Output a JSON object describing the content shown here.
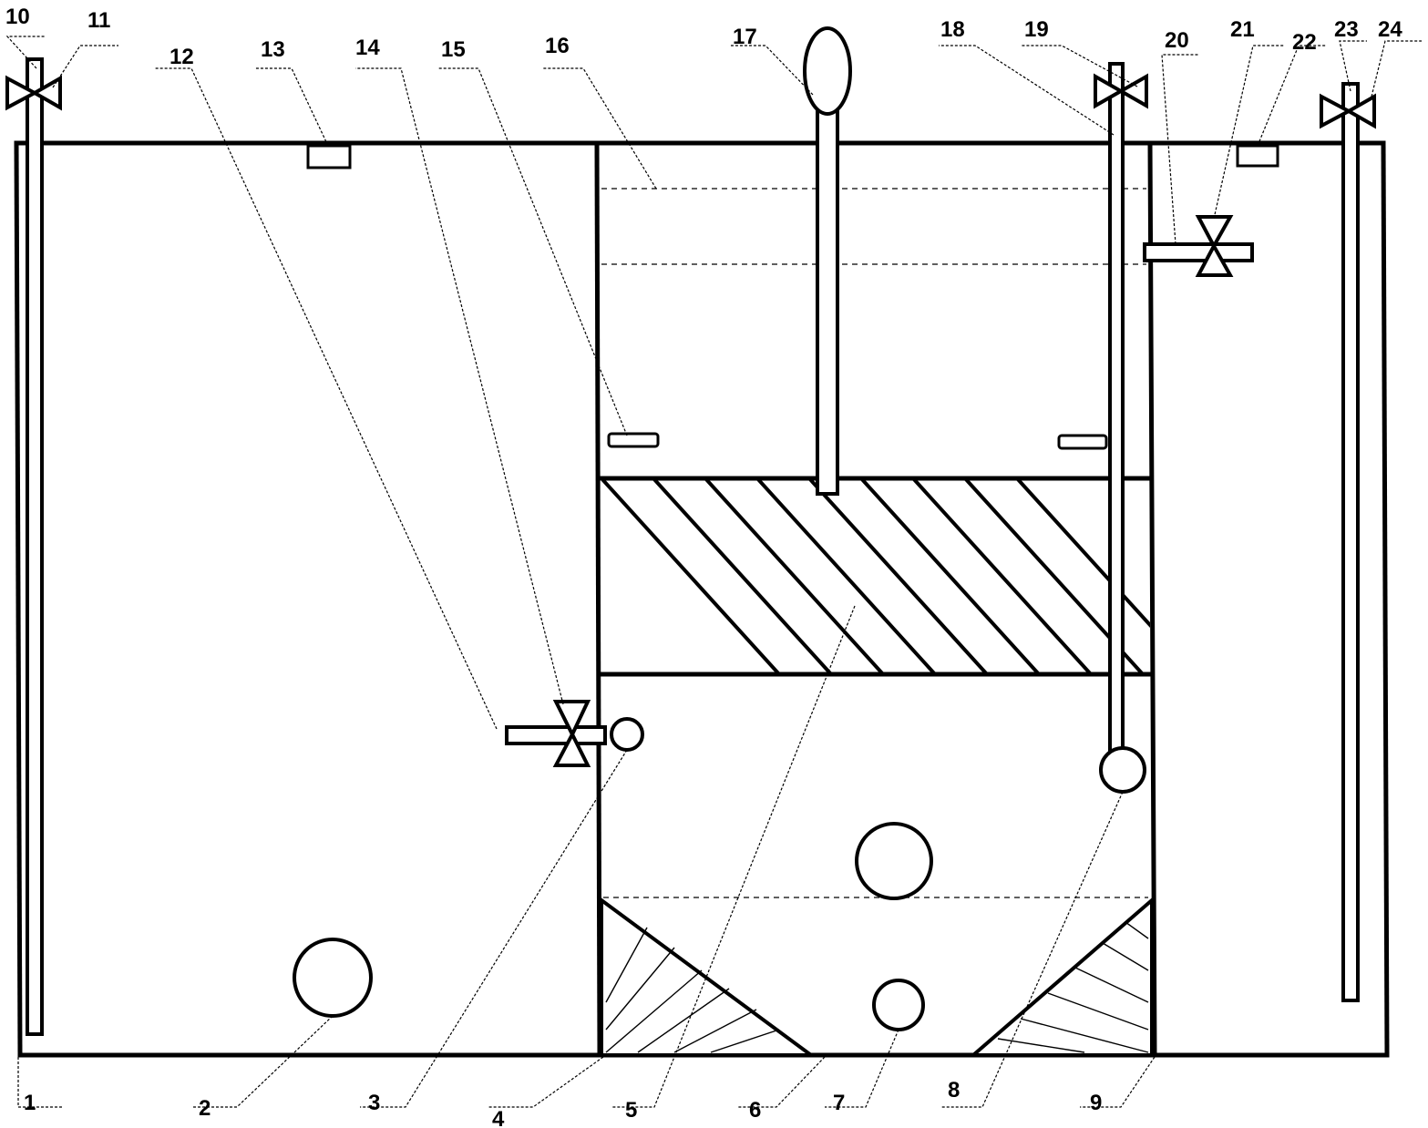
{
  "diagram": {
    "labels": {
      "n1": "1",
      "n2": "2",
      "n3": "3",
      "n4": "4",
      "n5": "5",
      "n6": "6",
      "n7": "7",
      "n8": "8",
      "n9": "9",
      "n10": "10",
      "n11": "11",
      "n12": "12",
      "n13": "13",
      "n14": "14",
      "n15": "15",
      "n16": "16",
      "n17": "17",
      "n18": "18",
      "n19": "19",
      "n20": "20",
      "n21": "21",
      "n22": "22",
      "n23": "23",
      "n24": "24"
    }
  }
}
